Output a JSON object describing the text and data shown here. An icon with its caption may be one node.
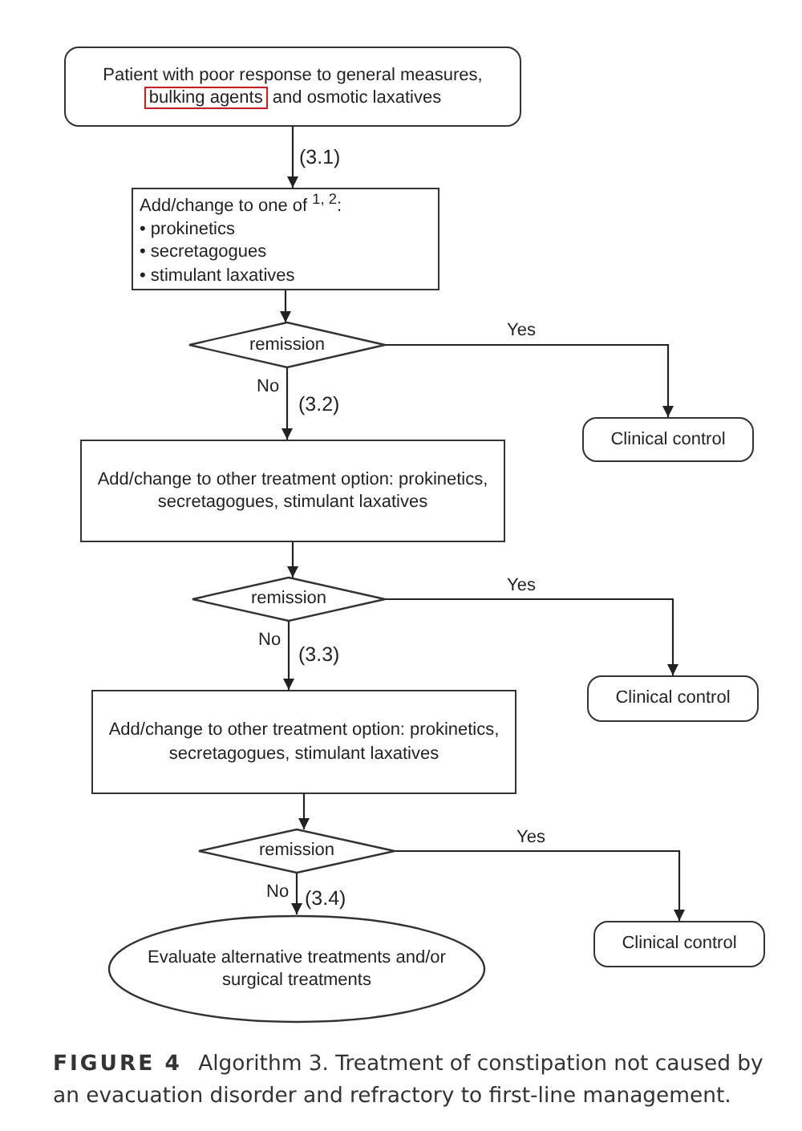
{
  "diagram": {
    "caption": "**FIGURE 4** Algorithm 3. Treatment of constipation not caused by an evacuation disorder and refractory to first-line management.",
    "nodes": [
      {
        "text": [
          "Patient with poor response to general measures,",
          "and osmotic laxatives"
        ]
      },
      {
        "text": [
          "bulking agents"
        ],
        "in": 0
      },
      {
        "text": [
          "Add/change to one of $^{1, 2}$:",
          "• prokinetics",
          "• secretagogues",
          "• stimulant laxatives"
        ]
      },
      {
        "text": [
          "remission"
        ]
      },
      {
        "text": [
          "Clinical control"
        ]
      },
      {
        "text": [
          "Add/change to other treatment option: prokinetics, secretagogues, stimulant laxatives"
        ]
      },
      {
        "text": [
          "remission"
        ]
      },
      {
        "text": [
          "Clinical control"
        ]
      },
      {
        "text": [
          "Add/change to other treatment option: prokinetics, secretagogues, stimulant laxatives"
        ]
      },
      {
        "text": [
          "remission"
        ]
      },
      {
        "text": [
          "Clinical control"
        ]
      },
      {
        "text": [
          "Evaluate alternative treatments and/or surgical treatments"
        ]
      }
    ],
    "edges": [
      {
        "from": 0,
        "to": 2,
        "arrow": "to",
        "label": "(3.1)"
      },
      {
        "from": 2,
        "to": 3,
        "arrow": "to"
      },
      {
        "from": 3,
        "to": 4,
        "arrow": "to",
        "label": "Yes"
      },
      {
        "from": 3,
        "to": 5,
        "arrow": "to",
        "label": "No"
      },
      {
        "from": 5,
        "to": 6,
        "arrow": "to"
      },
      {
        "from": 6,
        "to": 7,
        "arrow": "to",
        "label": "Yes"
      },
      {
        "from": 6,
        "to": 8,
        "arrow": "to",
        "label": "No"
      },
      {
        "from": 8,
        "to": 9,
        "arrow": "to"
      },
      {
        "from": 9,
        "to": 10,
        "arrow": "to",
        "label": "Yes"
      },
      {
        "from": 9,
        "to": 11,
        "arrow": "to",
        "label": "No"
      }
    ],
    "labels": [
      "(3.2)",
      "(3.3)",
      "(3.4)"
    ]
  }
}
